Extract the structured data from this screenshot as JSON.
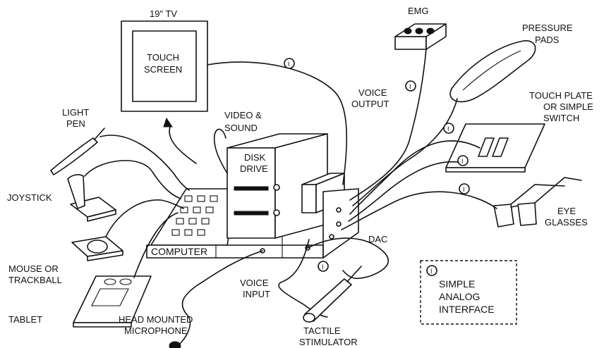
{
  "labels": {
    "tv_title": "19\" TV",
    "touch_screen": [
      "TOUCH",
      "SCREEN"
    ],
    "emg": "EMG",
    "pressure_pads": [
      "PRESSURE",
      "PADS"
    ],
    "voice_output": [
      "VOICE",
      "OUTPUT"
    ],
    "touch_plate": [
      "TOUCH PLATE",
      "OR SIMPLE",
      "SWITCH"
    ],
    "light_pen": [
      "LIGHT",
      "PEN"
    ],
    "video_sound": [
      "VIDEO &",
      "SOUND"
    ],
    "disk_drive": [
      "DISK",
      "DRIVE"
    ],
    "joystick": "JOYSTICK",
    "eye_glasses": [
      "EYE",
      "GLASSES"
    ],
    "computer": "COMPUTER",
    "dac": "DAC",
    "mouse": [
      "MOUSE OR",
      "TRACKBALL"
    ],
    "voice_input": [
      "VOICE",
      "INPUT"
    ],
    "tablet": "TABLET",
    "head_mic": [
      "HEAD MOUNTED",
      "MICROPHONE"
    ],
    "tactile": [
      "TACTILE",
      "STIMULATOR"
    ],
    "legend": [
      "SIMPLE",
      "ANALOG",
      "INTERFACE"
    ],
    "interface_symbol": "I"
  }
}
